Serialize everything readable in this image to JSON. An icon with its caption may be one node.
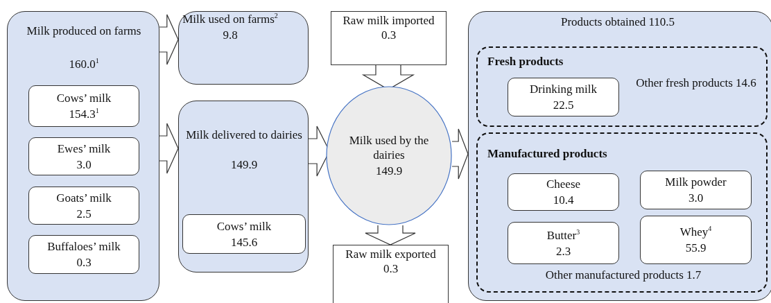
{
  "diagram": {
    "nodes": [
      {
        "text": [
          "Milk produced on farms",
          "160.0$^{1}$"
        ]
      },
      {
        "text": [
          "Cows’ milk",
          "154.3$^{1}$"
        ],
        "in": 0
      },
      {
        "text": [
          "Ewes’ milk",
          "3.0"
        ],
        "in": 0
      },
      {
        "text": [
          "Goats’ milk",
          "2.5"
        ],
        "in": 0
      },
      {
        "text": [
          "Buffaloes’ milk",
          "0.3"
        ],
        "in": 0
      },
      {
        "text": [
          "Milk used on farms$^{2}$",
          "9.8"
        ]
      },
      {
        "text": [
          "Milk delivered to dairies",
          "149.9"
        ]
      },
      {
        "text": [
          "Cows’ milk",
          "145.6"
        ],
        "in": 6
      },
      {
        "text": [
          "Raw milk imported",
          "0.3"
        ]
      },
      {
        "text": [
          "Milk used by the dairies",
          "149.9"
        ]
      },
      {
        "text": [
          "Raw milk exported",
          "0.3"
        ]
      },
      {
        "text": [
          "Products obtained 110.5"
        ]
      },
      {
        "text": [
          "Fresh products",
          "Other fresh products 14.6"
        ],
        "in": 11
      },
      {
        "text": [
          "Drinking milk",
          "22.5"
        ],
        "in": 12
      },
      {
        "text": [
          "Manufactured products",
          "Other manufactured products 1.7"
        ],
        "in": 11
      },
      {
        "text": [
          "Cheese",
          "10.4"
        ],
        "in": 14
      },
      {
        "text": [
          "Milk powder",
          "3.0"
        ],
        "in": 14
      },
      {
        "text": [
          "Butter$^{3}$",
          "2.3"
        ],
        "in": 14
      },
      {
        "text": [
          "Whey$^{4}$",
          "55.9"
        ],
        "in": 14
      }
    ],
    "edges": [
      {
        "from": 0,
        "to": 5,
        "arrow": "to"
      },
      {
        "from": 0,
        "to": 6,
        "arrow": "to"
      },
      {
        "from": 6,
        "to": 9,
        "arrow": "to"
      },
      {
        "from": 8,
        "to": 9,
        "arrow": "to"
      },
      {
        "from": 9,
        "to": 10,
        "arrow": "to"
      },
      {
        "from": 9,
        "to": 11,
        "arrow": "to"
      }
    ]
  }
}
